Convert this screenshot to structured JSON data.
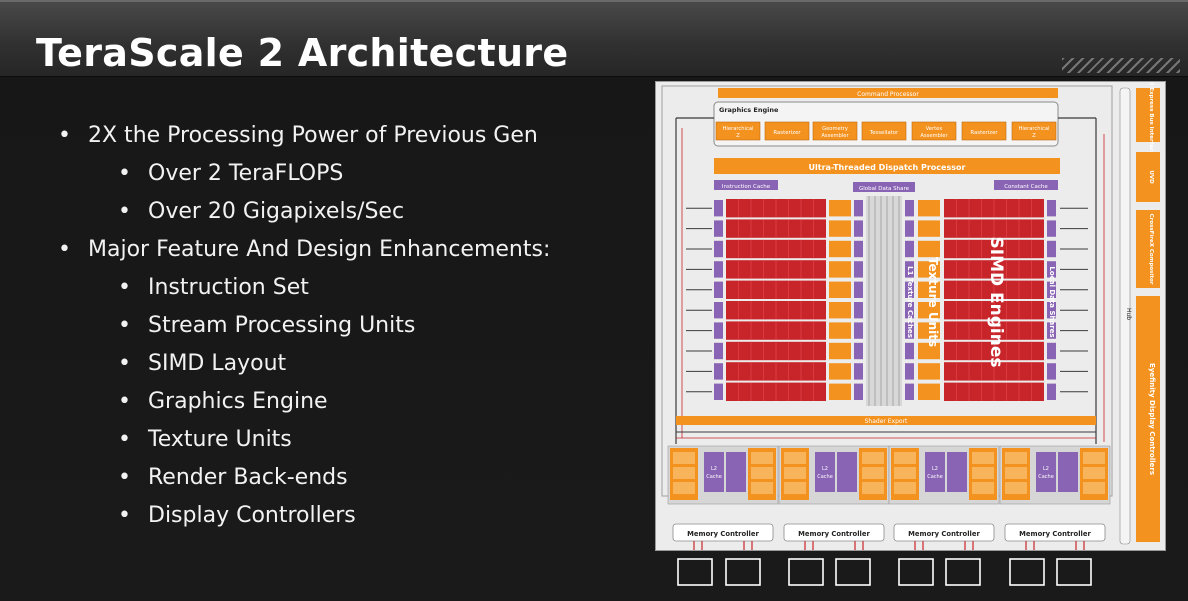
{
  "slide": {
    "title": "TeraScale 2 Architecture",
    "bullets": [
      {
        "level": 1,
        "text": "2X the Processing Power of Previous Gen"
      },
      {
        "level": 2,
        "text": "Over 2 TeraFLOPS"
      },
      {
        "level": 2,
        "text": "Over 20 Gigapixels/Sec"
      },
      {
        "level": 1,
        "text": "Major Feature And Design Enhancements:"
      },
      {
        "level": 2,
        "text": "Instruction Set"
      },
      {
        "level": 2,
        "text": "Stream Processing Units"
      },
      {
        "level": 2,
        "text": "SIMD Layout"
      },
      {
        "level": 2,
        "text": "Graphics Engine"
      },
      {
        "level": 2,
        "text": "Texture Units"
      },
      {
        "level": 2,
        "text": "Render Back-ends"
      },
      {
        "level": 2,
        "text": "Display Controllers"
      }
    ],
    "bullet_glyph": "•"
  },
  "diagram": {
    "command_processor": "Command Processor",
    "graphics_engine": "Graphics Engine",
    "pipeline_blocks": [
      "Hierarchical Z",
      "Rasterizer",
      "Geometry Assembler",
      "Tessellator",
      "Vertex Assembler",
      "Rasterizer",
      "Hierarchical Z"
    ],
    "dispatch": "Ultra-Threaded Dispatch Processor",
    "instruction_cache": "Instruction Cache",
    "global_data_share": "Global Data Share",
    "constant_cache": "Constant Cache",
    "l1_texture_caches": "L1 Texture Caches",
    "texture_units": "Texture Units",
    "simd_engines": "SIMD Engines",
    "local_data_shares": "Local Data Shares",
    "shader_export": "Shader Export",
    "l2_cache": "L2 Cache",
    "memory_controller": "Memory Controller",
    "hub": "Hub",
    "side_blocks": [
      "PCI Express Bus Interface",
      "UVD",
      "CrossFireX Compositor",
      "Eyefinity Display Controllers"
    ],
    "colors": {
      "orange": "#f3921f",
      "red": "#c8252b",
      "purple": "#8a64b4",
      "panel": "#ececec"
    }
  }
}
